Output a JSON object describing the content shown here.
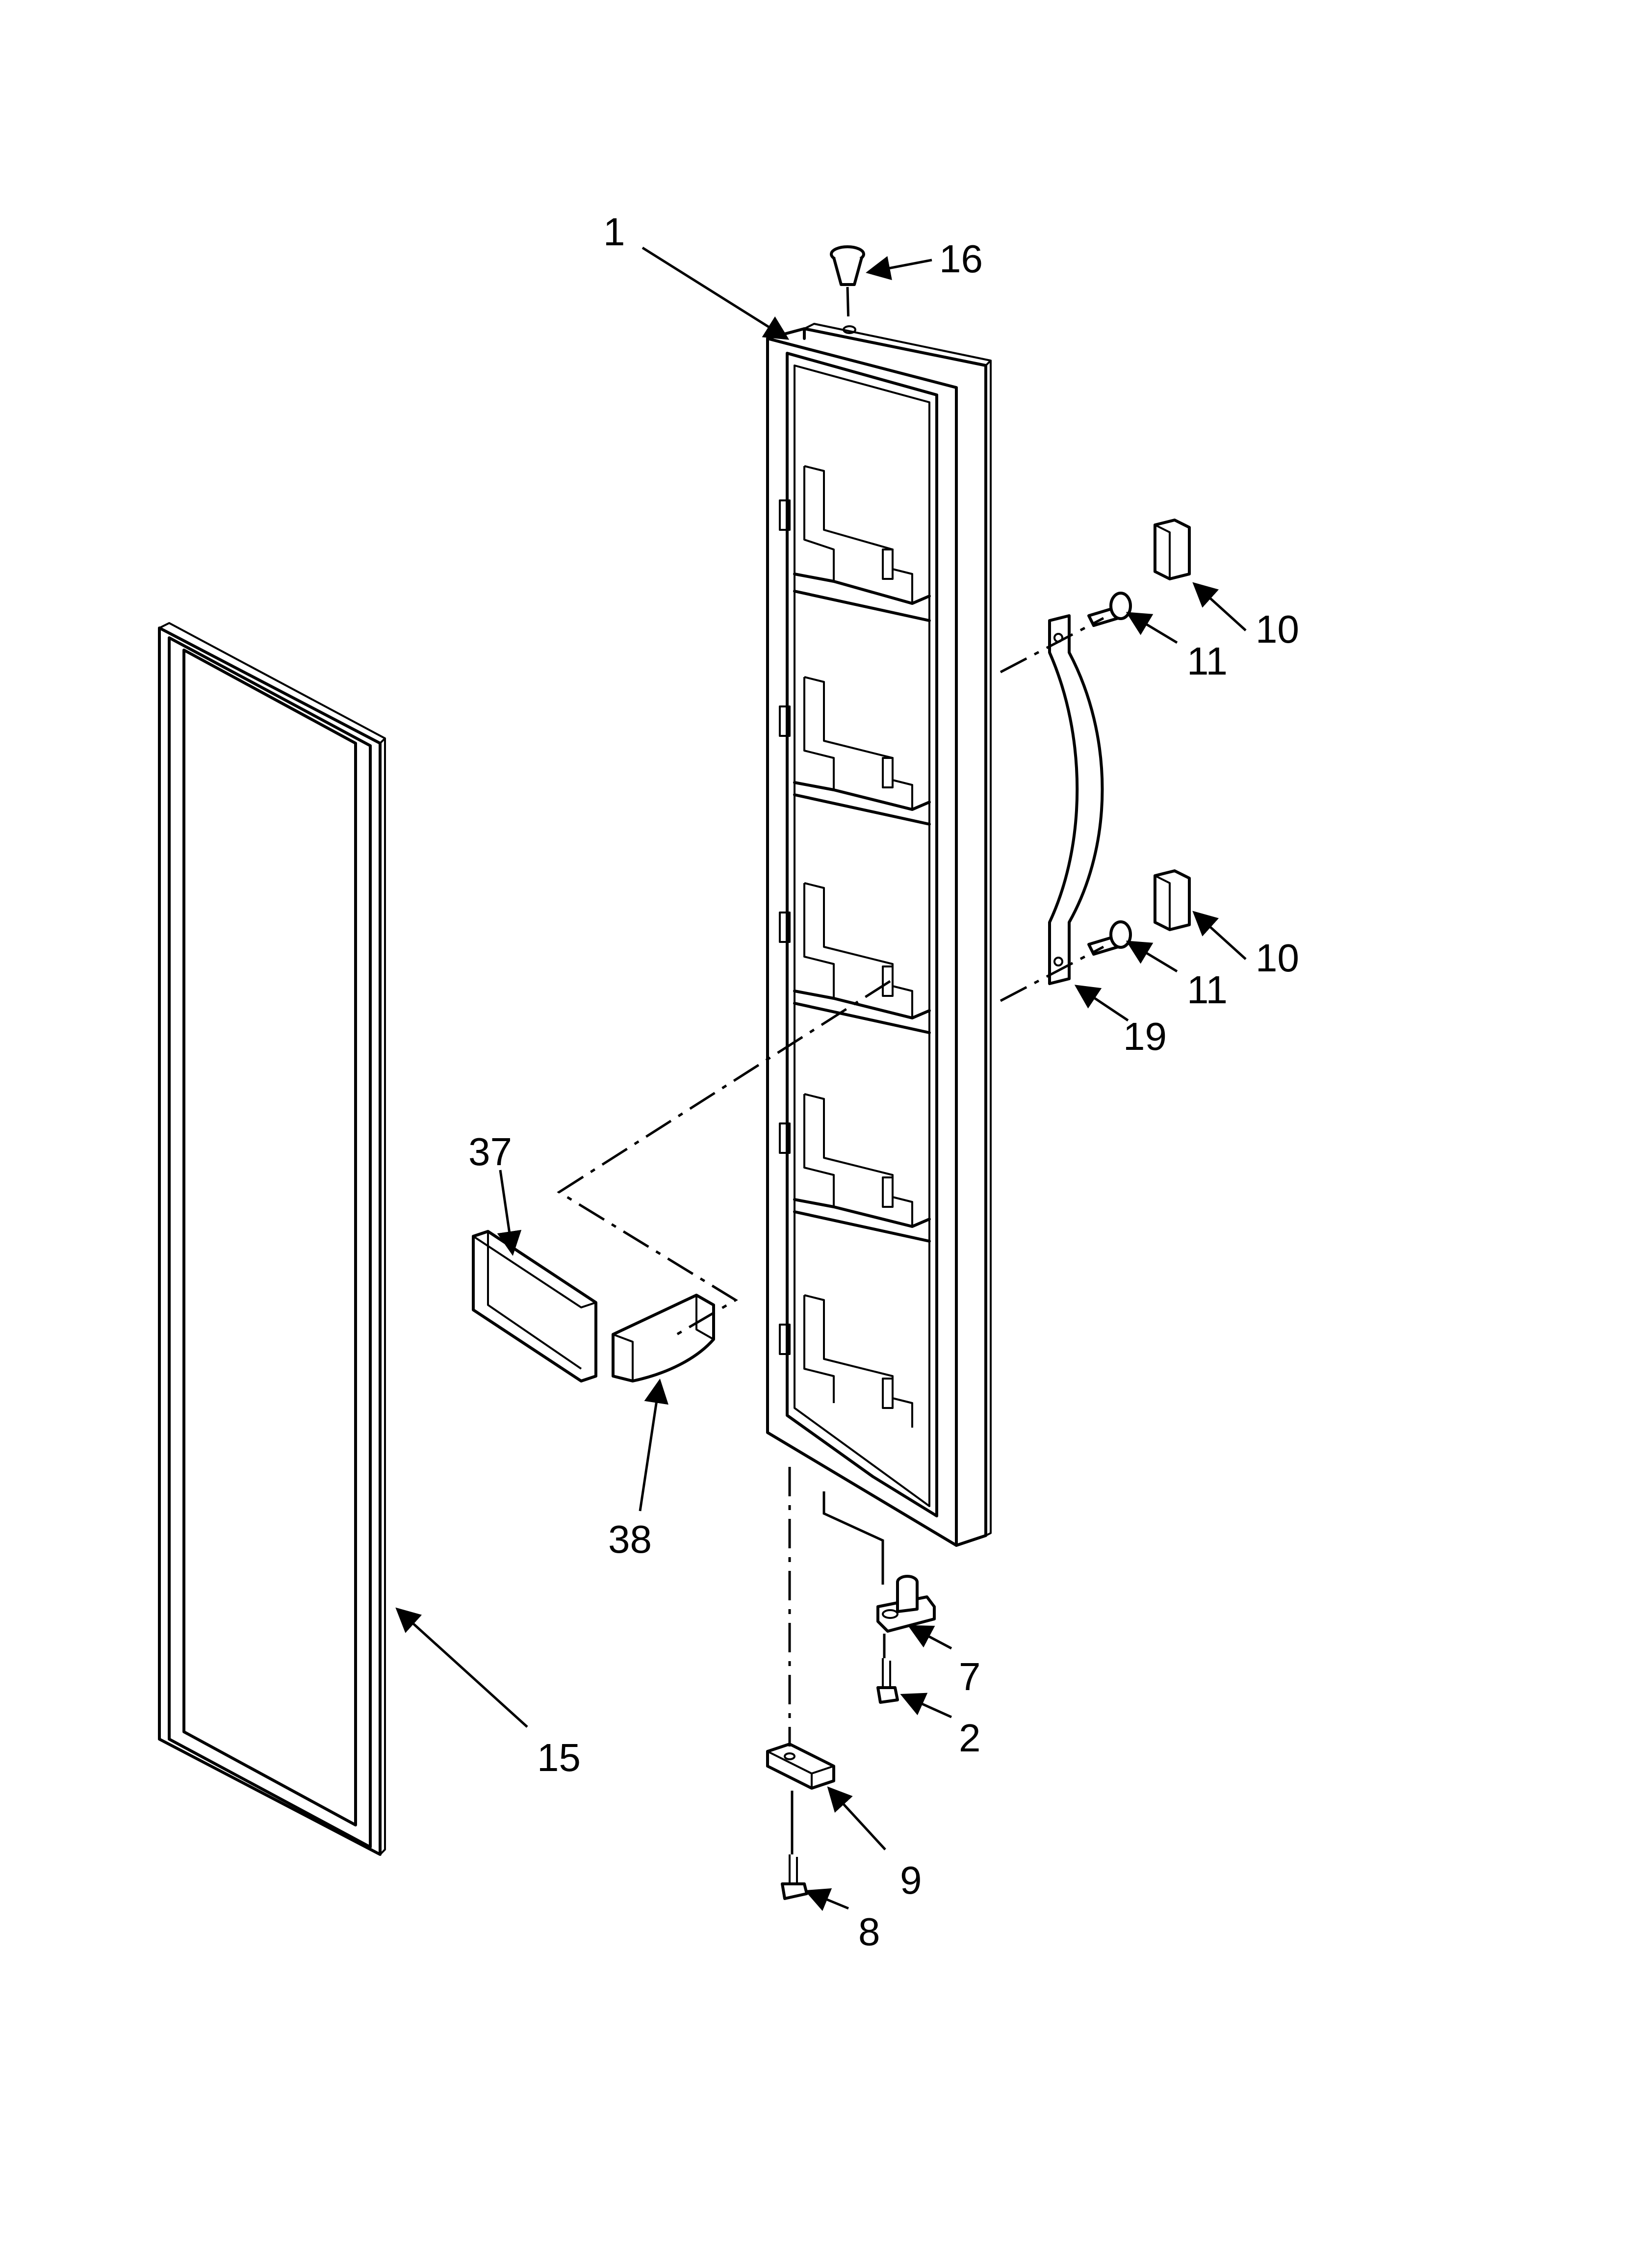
{
  "diagram": {
    "callouts": [
      {
        "id": "c1",
        "label": "1"
      },
      {
        "id": "c16",
        "label": "16"
      },
      {
        "id": "c10a",
        "label": "10"
      },
      {
        "id": "c11a",
        "label": "11"
      },
      {
        "id": "c10b",
        "label": "10"
      },
      {
        "id": "c11b",
        "label": "11"
      },
      {
        "id": "c19",
        "label": "19"
      },
      {
        "id": "c37",
        "label": "37"
      },
      {
        "id": "c38",
        "label": "38"
      },
      {
        "id": "c15",
        "label": "15"
      },
      {
        "id": "c7",
        "label": "7"
      },
      {
        "id": "c2",
        "label": "2"
      },
      {
        "id": "c9",
        "label": "9"
      },
      {
        "id": "c8",
        "label": "8"
      }
    ]
  }
}
